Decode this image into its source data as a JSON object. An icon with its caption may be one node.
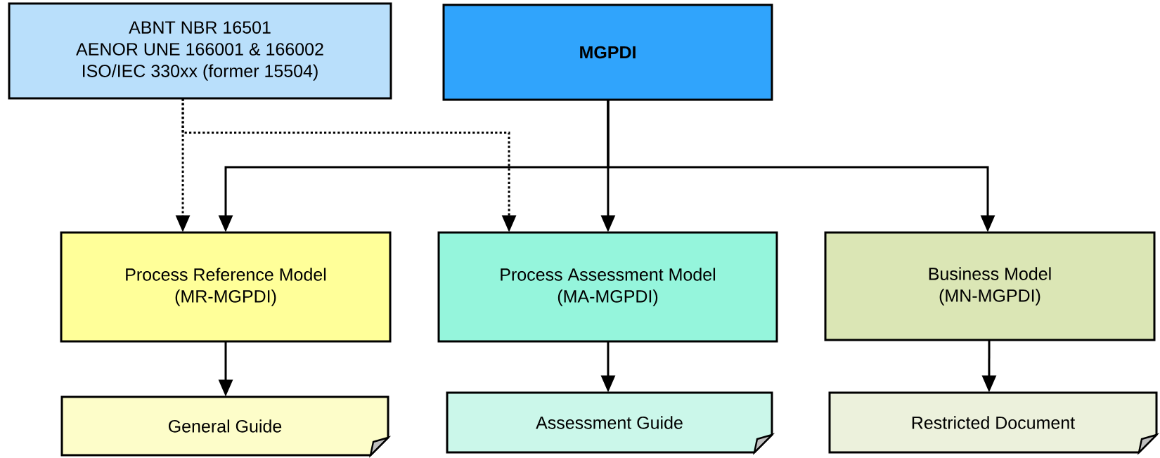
{
  "diagram": {
    "nodes": [
      {
        "text": [
          "ABNT NBR 16501",
          "AENOR UNE 166001 & 166002",
          "ISO/IEC 330xx (former 15504)"
        ]
      },
      {
        "text": [
          "MGPDI"
        ]
      },
      {
        "text": [
          "Process Reference Model",
          "(MR-MGPDI)"
        ]
      },
      {
        "text": [
          "Process Assessment Model",
          "(MA-MGPDI)"
        ]
      },
      {
        "text": [
          "Business Model",
          "(MN-MGPDI)"
        ]
      },
      {
        "text": [
          "General Guide"
        ]
      },
      {
        "text": [
          "Assessment Guide"
        ]
      },
      {
        "text": [
          "Restricted Document"
        ]
      }
    ],
    "edges": [
      {
        "from": 0,
        "to": 2,
        "arrow": "to",
        "style": "dashed"
      },
      {
        "from": 0,
        "to": 3,
        "arrow": "to",
        "style": "dashed"
      },
      {
        "from": 1,
        "to": 2,
        "arrow": "to"
      },
      {
        "from": 1,
        "to": 3,
        "arrow": "to"
      },
      {
        "from": 1,
        "to": 4,
        "arrow": "to"
      },
      {
        "from": 2,
        "to": 5,
        "arrow": "to"
      },
      {
        "from": 3,
        "to": 6,
        "arrow": "to"
      },
      {
        "from": 4,
        "to": 7,
        "arrow": "to"
      }
    ]
  }
}
